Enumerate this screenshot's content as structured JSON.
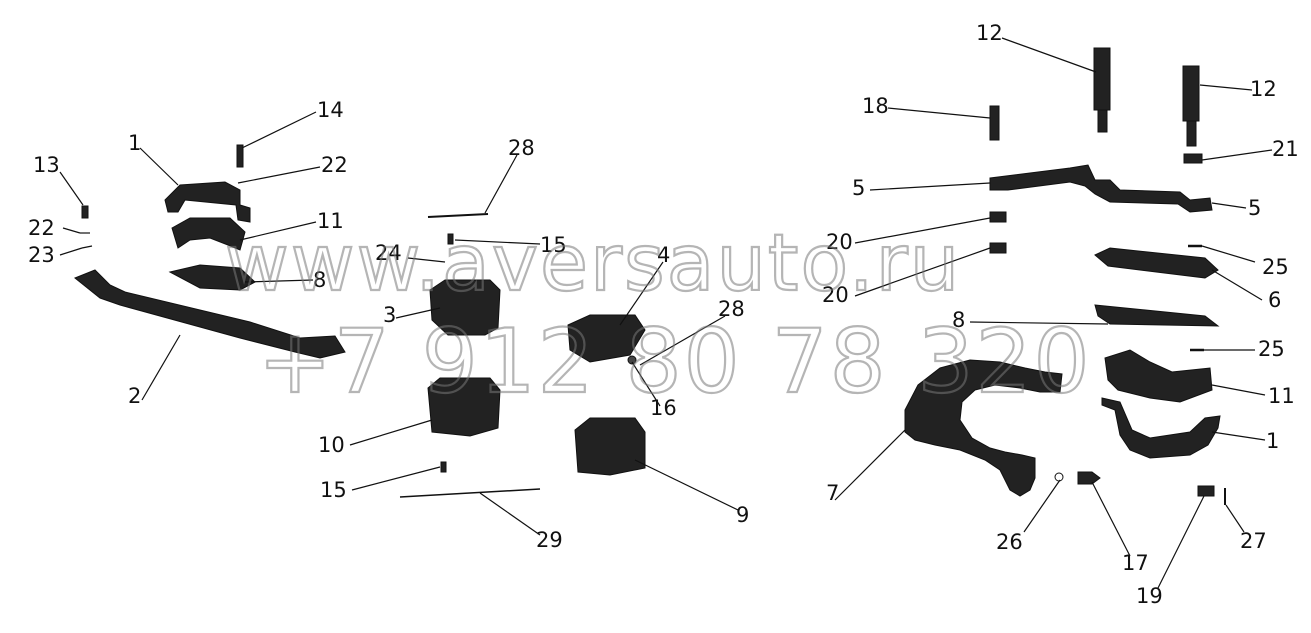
{
  "callouts": {
    "c1a": "1",
    "c1b": "1",
    "c2": "2",
    "c3": "3",
    "c4": "4",
    "c5a": "5",
    "c5b": "5",
    "c6": "6",
    "c7": "7",
    "c8a": "8",
    "c8b": "8",
    "c9": "9",
    "c10": "10",
    "c11a": "11",
    "c11b": "11",
    "c12a": "12",
    "c12b": "12",
    "c13": "13",
    "c14": "14",
    "c15a": "15",
    "c15b": "15",
    "c16": "16",
    "c17": "17",
    "c18": "18",
    "c19": "19",
    "c20a": "20",
    "c20b": "20",
    "c21": "21",
    "c22a": "22",
    "c22b": "22",
    "c23": "23",
    "c24": "24",
    "c25a": "25",
    "c25b": "25",
    "c26": "26",
    "c27": "27",
    "c28a": "28",
    "c28b": "28",
    "c29": "29"
  },
  "watermark": {
    "site": "www.aversauto.ru",
    "phone": "+7 912 80 78 320"
  }
}
